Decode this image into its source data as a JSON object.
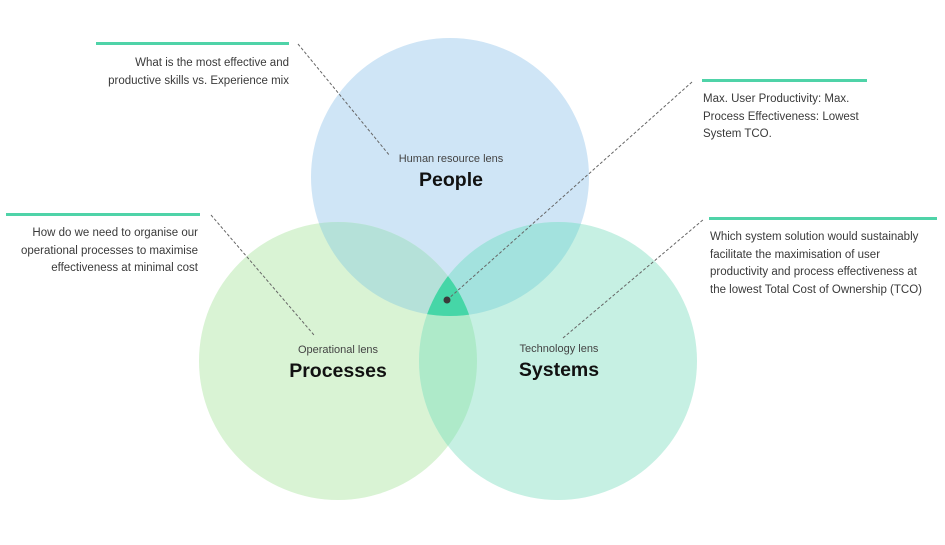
{
  "diagram": {
    "type": "venn",
    "circles": [
      {
        "id": "people",
        "lens": "Human resource lens",
        "title": "People",
        "color": "#cfe5f6"
      },
      {
        "id": "processes",
        "lens": "Operational lens",
        "title": "Processes",
        "color": "#d9f3d4"
      },
      {
        "id": "systems",
        "lens": "Technology lens",
        "title": "Systems",
        "color": "#c6f0e3"
      }
    ],
    "overlap_colors": {
      "people_processes": "#b5e1d9",
      "people_systems": "#a3e2de",
      "processes_systems": "#aeeac9",
      "center": "#46d6a7"
    },
    "accent_color": "#4fd3a8",
    "annotations": {
      "people": {
        "lines": [
          "What is the most effective and",
          "productive skills vs. Experience mix"
        ]
      },
      "center": {
        "lines": [
          "Max. User Productivity: Max.",
          "Process Effectiveness: Lowest",
          "System TCO."
        ]
      },
      "processes": {
        "lines": [
          "How do we need to organise our",
          "operational processes to maximise",
          "effectiveness at minimal cost"
        ]
      },
      "systems": {
        "lines": [
          "Which system solution would sustainably",
          "facilitate the maximisation of user",
          "productivity and process effectiveness at",
          "the lowest Total Cost of Ownership (TCO)"
        ]
      }
    }
  }
}
